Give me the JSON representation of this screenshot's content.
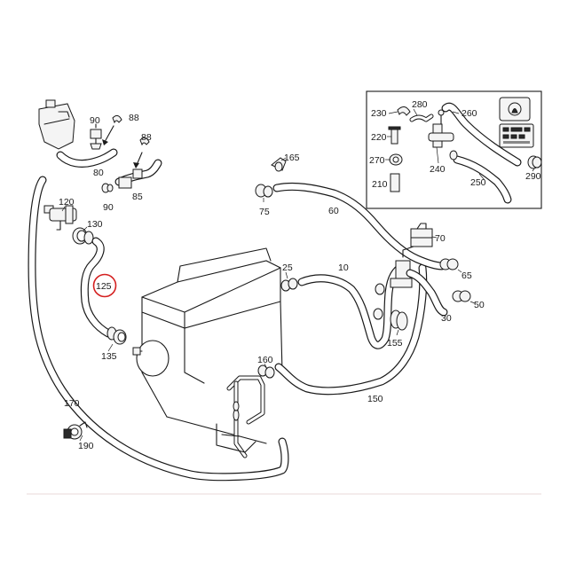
{
  "diagram": {
    "callouts": {
      "c10": "10",
      "c25": "25",
      "c30": "30",
      "c50": "50",
      "c60": "60",
      "c65": "65",
      "c70": "70",
      "c75": "75",
      "c80": "80",
      "c85": "85",
      "c88a": "88",
      "c88b": "88",
      "c90a": "90",
      "c90b": "90",
      "c120": "120",
      "c125": "125",
      "c130": "130",
      "c135": "135",
      "c150": "150",
      "c155": "155",
      "c160": "160",
      "c165": "165",
      "c170": "170",
      "c190": "190",
      "c210": "210",
      "c220": "220",
      "c230": "230",
      "c240": "240",
      "c250": "250",
      "c260": "260",
      "c270": "270",
      "c280": "280",
      "c290": "290"
    },
    "highlighted_callout": "125",
    "highlight_color": "#d42020"
  }
}
